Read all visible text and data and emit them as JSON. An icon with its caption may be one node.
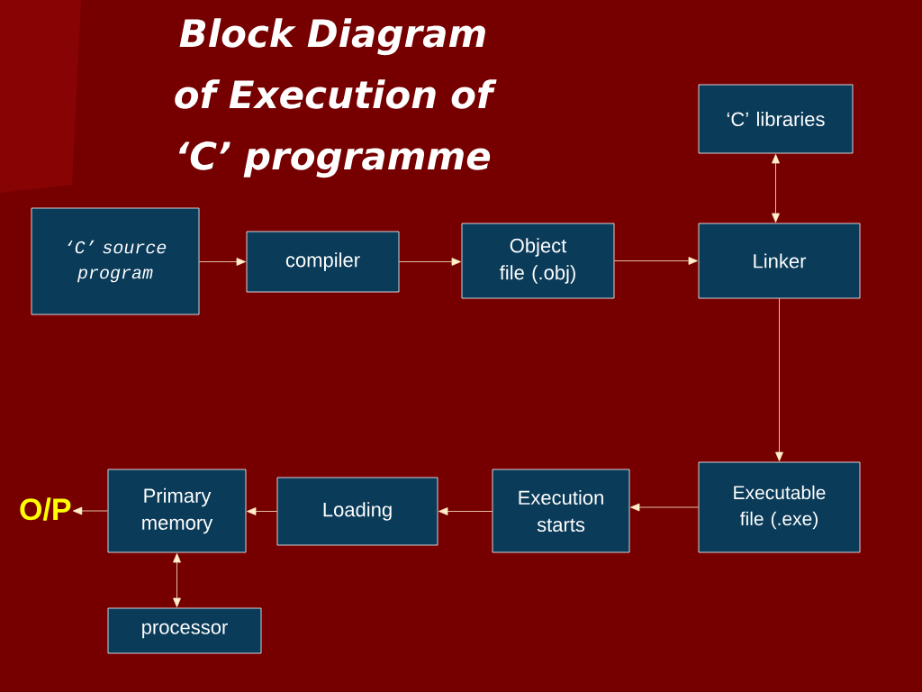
{
  "diagram": {
    "title": "Block Diagram of Execution of ‘C’ programme",
    "nodes": [
      {
        "text": [
          "‘C’ source program"
        ]
      },
      {
        "text": [
          "compiler"
        ]
      },
      {
        "text": [
          "Object file (.obj)"
        ]
      },
      {
        "text": [
          "‘C’ libraries"
        ]
      },
      {
        "text": [
          "Linker"
        ]
      },
      {
        "text": [
          "Executable file (.exe)"
        ]
      },
      {
        "text": [
          "Execution starts"
        ]
      },
      {
        "text": [
          "Loading"
        ]
      },
      {
        "text": [
          "Primary memory"
        ]
      },
      {
        "text": [
          "O/P"
        ]
      },
      {
        "text": [
          "processor"
        ]
      }
    ],
    "edges": [
      {
        "from": 0,
        "to": 1,
        "arrow": "to"
      },
      {
        "from": 1,
        "to": 2,
        "arrow": "to"
      },
      {
        "from": 2,
        "to": 4,
        "arrow": "to"
      },
      {
        "from": 3,
        "to": 4,
        "arrow": "both"
      },
      {
        "from": 4,
        "to": 5,
        "arrow": "to"
      },
      {
        "from": 5,
        "to": 6,
        "arrow": "to"
      },
      {
        "from": 6,
        "to": 7,
        "arrow": "to"
      },
      {
        "from": 7,
        "to": 8,
        "arrow": "to"
      },
      {
        "from": 8,
        "to": 9,
        "arrow": "to"
      },
      {
        "from": 8,
        "to": 10,
        "arrow": "both"
      }
    ]
  }
}
